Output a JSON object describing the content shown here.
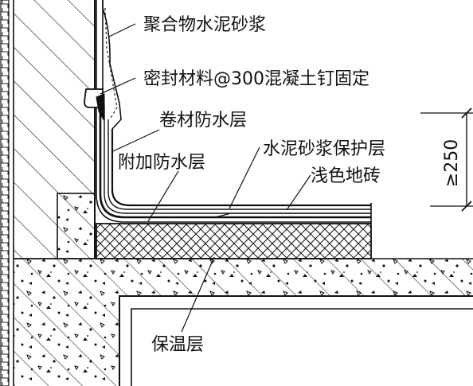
{
  "labels": {
    "polymer_mortar": "聚合物水泥砂浆",
    "sealant": "密封材料@300混凝土钉固定",
    "membrane": "卷材防水层",
    "additional_layer": "附加防水层",
    "mortar_protection": "水泥砂浆保护层",
    "light_tile": "浅色地砖",
    "insulation": "保温层"
  },
  "dimension": {
    "height_text": "≥250"
  },
  "colors": {
    "ink": "#111111",
    "paper": "#ffffff"
  }
}
